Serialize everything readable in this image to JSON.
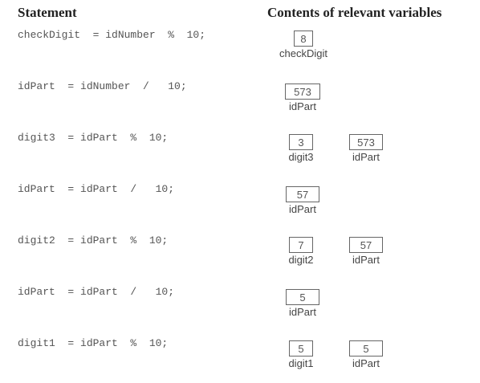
{
  "headers": {
    "statement": "Statement",
    "contents": "Contents of relevant variables"
  },
  "rows": [
    {
      "statement": "checkDigit  = idNumber  %  10;",
      "vars": [
        {
          "value": "8",
          "name": "checkDigit"
        }
      ]
    },
    {
      "statement": "idPart  = idNumber  /   10;",
      "vars": [
        {
          "value": "573",
          "name": "idPart"
        }
      ]
    },
    {
      "statement": "digit3  = idPart  %  10;",
      "vars": [
        {
          "value": "3",
          "name": "digit3"
        },
        {
          "value": "573",
          "name": "idPart"
        }
      ]
    },
    {
      "statement": "idPart  = idPart  /   10;",
      "vars": [
        {
          "value": "57",
          "name": "idPart"
        }
      ]
    },
    {
      "statement": "digit2  = idPart  %  10;",
      "vars": [
        {
          "value": "7",
          "name": "digit2"
        },
        {
          "value": "57",
          "name": "idPart"
        }
      ]
    },
    {
      "statement": "idPart  = idPart  /   10;",
      "vars": [
        {
          "value": "5",
          "name": "idPart"
        }
      ]
    },
    {
      "statement": "digit1  = idPart  %  10;",
      "vars": [
        {
          "value": "5",
          "name": "digit1"
        },
        {
          "value": "5",
          "name": "idPart"
        }
      ]
    }
  ]
}
